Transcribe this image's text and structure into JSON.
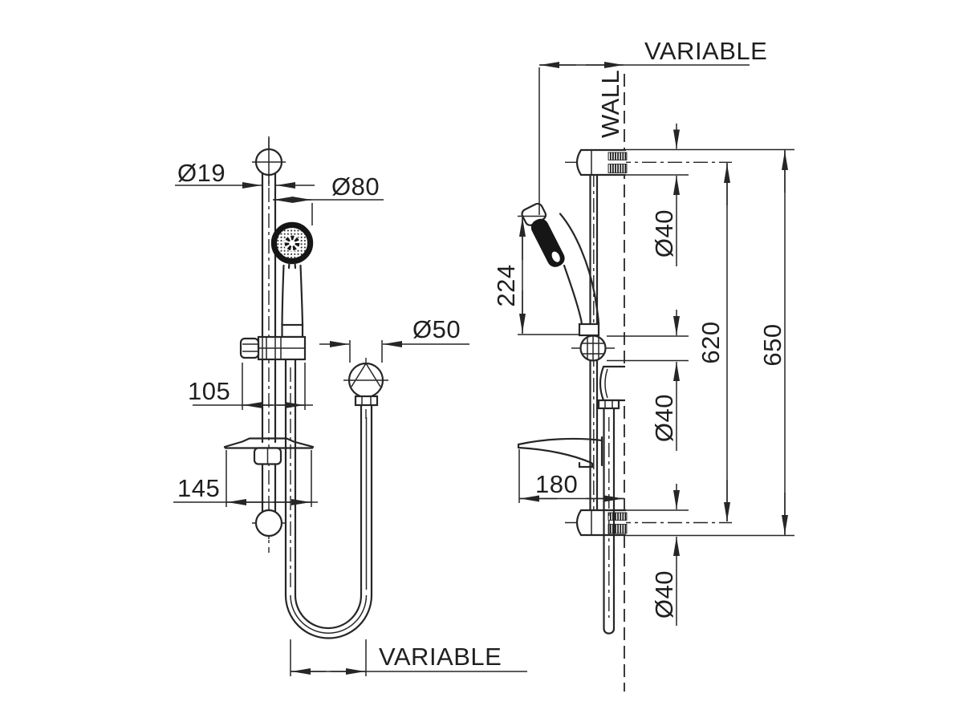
{
  "drawing_type": "technical-dimension-drawing",
  "subject": "shower-rail-kit-front-and-side-views",
  "colors": {
    "line": "#262626",
    "text": "#1f1f1f",
    "paper": "#ffffff",
    "dark": "#161616"
  },
  "labels": {
    "front": {
      "rail_dia": "Ø19",
      "head_dia": "Ø80",
      "conn_dia": "Ø50",
      "slider_width": "105",
      "dish_width": "145",
      "hose_span": "VARIABLE"
    },
    "side": {
      "wall_offset": "VARIABLE",
      "wall": "WALL",
      "handset_length": "224",
      "mount_top_dia": "Ø40",
      "slider_dia": "Ø40",
      "mount_bottom_dia": "Ø40",
      "rail_centres": "620",
      "overall_height": "650",
      "dish_depth": "180"
    }
  }
}
